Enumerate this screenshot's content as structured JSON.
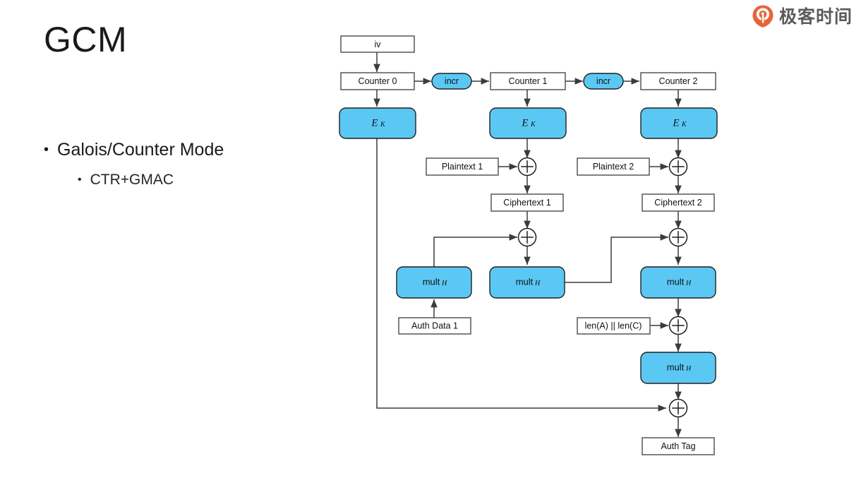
{
  "slide": {
    "title": "GCM",
    "bullets": [
      {
        "level": 1,
        "marker": "•",
        "text": "Galois/Counter Mode"
      },
      {
        "level": 2,
        "marker": "•",
        "text": "CTR+GMAC"
      }
    ]
  },
  "logo": {
    "icon": "geektime-pin-icon",
    "text": "极客时间",
    "mark_color": "#E8633A",
    "text_color": "#5B5B5B"
  },
  "colors": {
    "block_blue": "#5BC8F4",
    "wire": "#3C3C3C",
    "box_stroke": "#4A4A4A",
    "text": "#111111"
  },
  "diagram": {
    "name": "gcm-block-diagram",
    "nodes": {
      "iv": "iv",
      "counter0": "Counter 0",
      "counter1": "Counter 1",
      "counter2": "Counter 2",
      "incr1": "incr",
      "incr2": "incr",
      "ek0": "E",
      "ek0_sub": "K",
      "ek1": "E",
      "ek1_sub": "K",
      "ek2": "E",
      "ek2_sub": "K",
      "plaintext1": "Plaintext 1",
      "plaintext2": "Plaintext 2",
      "ciphertext1": "Ciphertext 1",
      "ciphertext2": "Ciphertext 2",
      "mult1": "mult",
      "mult1_sub": "H",
      "mult2": "mult",
      "mult2_sub": "H",
      "mult3": "mult",
      "mult3_sub": "H",
      "mult4": "mult",
      "mult4_sub": "H",
      "authdata1": "Auth Data 1",
      "lenalenc": "len(A) || len(C)",
      "authtag": "Auth Tag"
    },
    "operators": {
      "xor1": "xor-operator",
      "xor2": "xor-operator",
      "xor3": "xor-operator",
      "xor4": "xor-operator",
      "xor5": "xor-operator",
      "xor6": "xor-operator"
    }
  }
}
